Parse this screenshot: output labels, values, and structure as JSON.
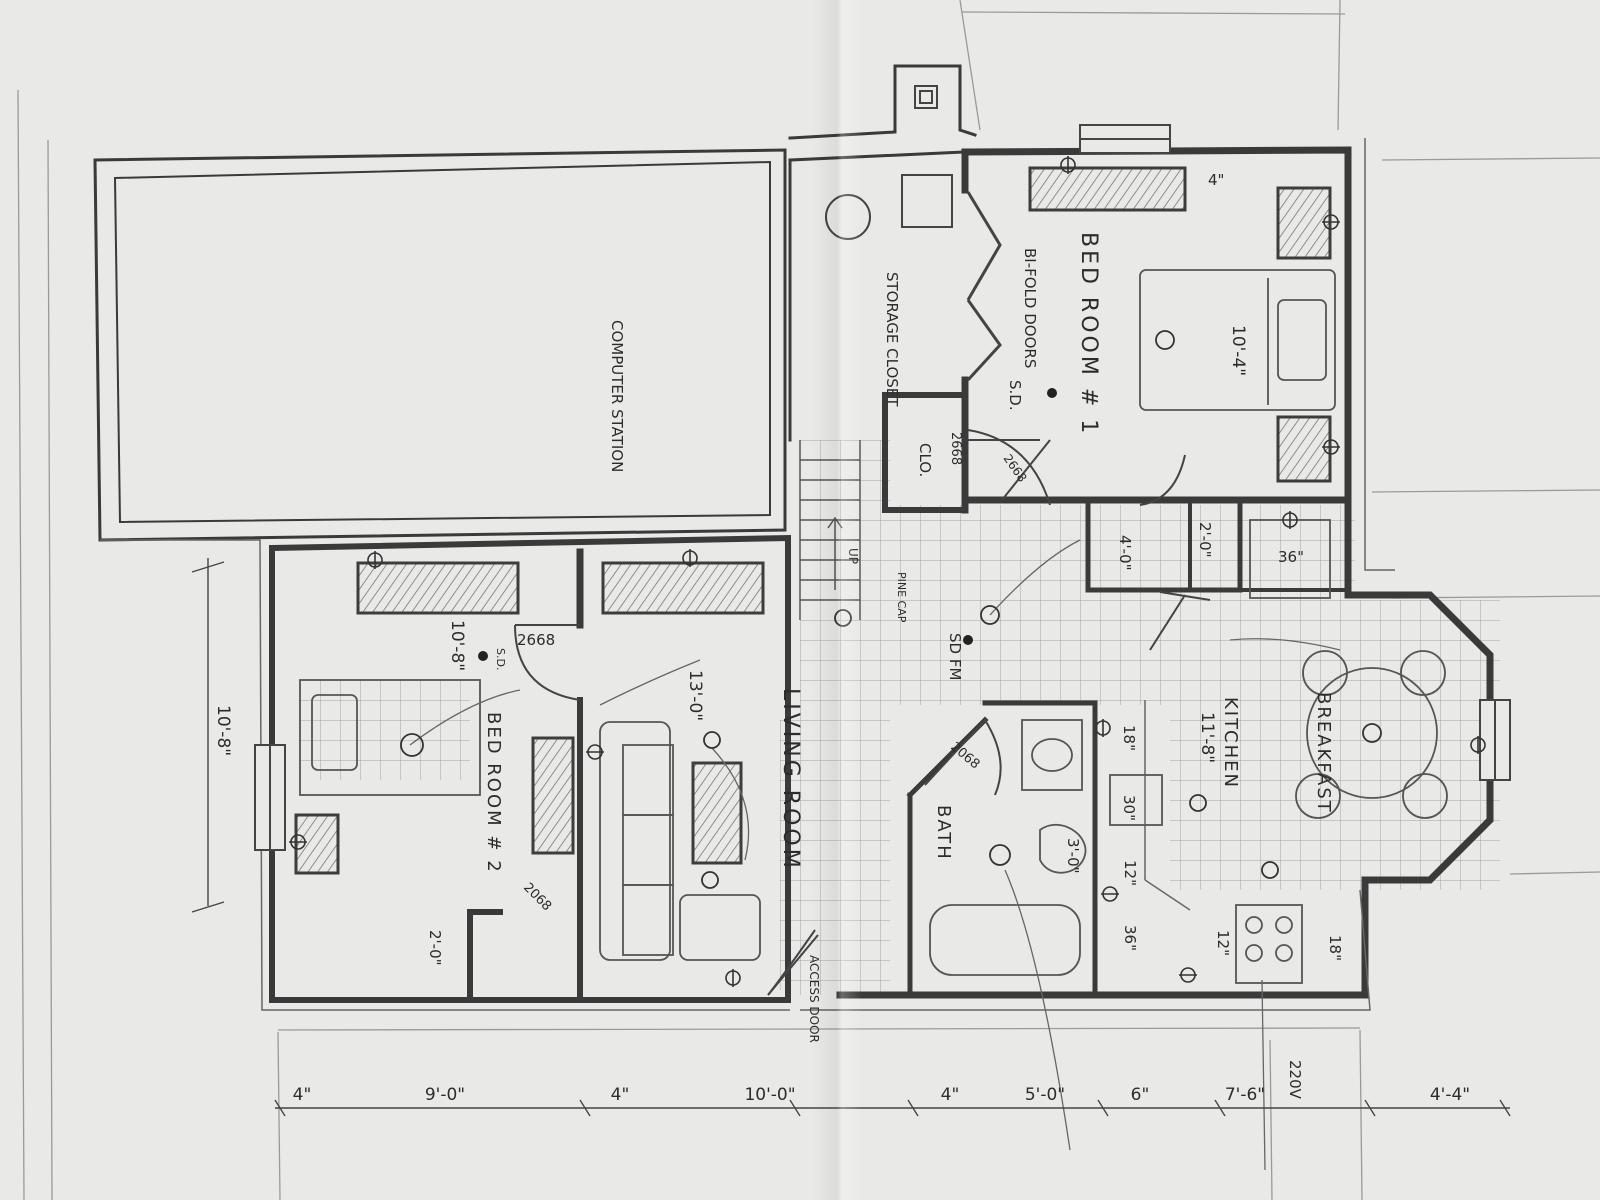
{
  "rooms": {
    "computer_station": "COMPUTER STATION",
    "bedroom_1": "BED ROOM # 1",
    "bedroom_2": "BED ROOM # 2",
    "living_room": "LIVING ROOM",
    "kitchen": "KITCHEN",
    "breakfast": "BREAKFAST",
    "bath": "BATH",
    "storage_closet": "STORAGE CLOSET",
    "closet": "CLO.",
    "bifold_doors": "BI-FOLD DOORS"
  },
  "labels": {
    "sd_1": "S.D.",
    "sd_2": "S.D.",
    "sd_fm": "SD FM",
    "up": "UP",
    "access_door": "ACCESS DOOR",
    "pine_cap": "PINE CAP",
    "door_2668_a": "2668",
    "door_2668_b": "2668",
    "door_2668_c": "2668",
    "door_2068_a": "2068",
    "door_2068_b": "2068",
    "voltage": "220V"
  },
  "dimensions": {
    "bedroom1_width": "10'-4\"",
    "bedroom2_depth": "10'-8\"",
    "living_depth": "13'-0\"",
    "kitchen_size": "11'-8\"",
    "left_height": "10'-8\"",
    "bottom": [
      "4\"",
      "9'-0\"",
      "4\"",
      "10'-0\"",
      "4\"",
      "5'-0\"",
      "6\"",
      "7'-6\"",
      "4'-4\""
    ],
    "wall_4": "4\"",
    "closet_20": "2'-0\"",
    "closet_40": "4'-0\"",
    "c36": "36\"",
    "c18": "18\"",
    "c30": "30\"",
    "c12a": "12\"",
    "c12b": "12\"",
    "c36b": "36\"",
    "c18b": "18\"",
    "w30": "3'-0\"",
    "cl2_20": "2'-0\""
  },
  "colors": {
    "paper": "#e9e9e7",
    "wall": "#3a3a3a",
    "pencil": "#555555",
    "grid": "#9d9d9b",
    "hatch": "#6f6f6f"
  },
  "icons": {
    "outlet": "outlet-icon",
    "ceiling_light": "ceiling-light-icon",
    "smoke_detector": "smoke-detector-icon"
  }
}
